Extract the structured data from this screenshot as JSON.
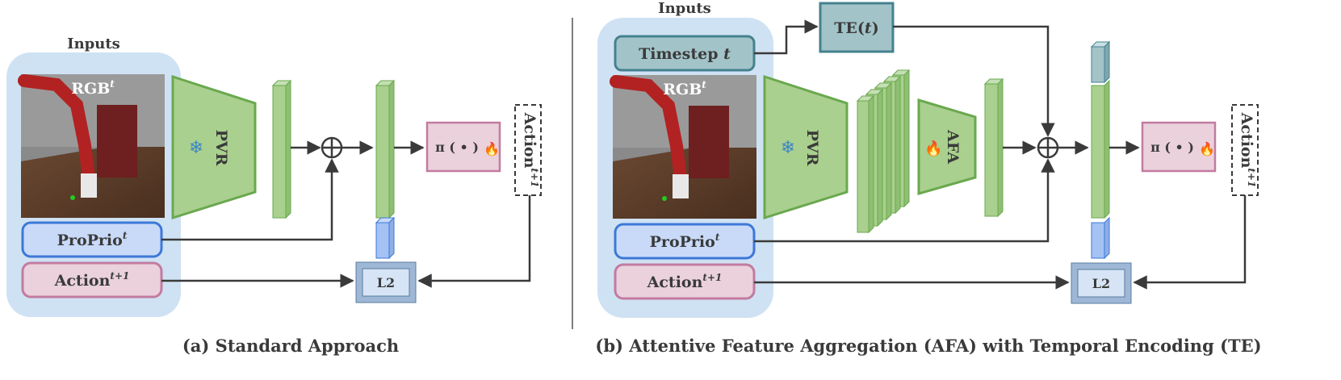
{
  "panel_a": {
    "inputs_title": "Inputs",
    "rgb": "RGB",
    "rgb_sup": "t",
    "proprio": "ProPrio",
    "proprio_sup": "t",
    "action_in": "Action",
    "action_in_sup": "t+1",
    "pvr": "PVR",
    "policy": "π ( • )",
    "loss": "L2",
    "action_out": "Action",
    "action_out_sup": "t+1",
    "caption": "(a) Standard Approach"
  },
  "panel_b": {
    "inputs_title": "Inputs",
    "timestep": "Timestep",
    "timestep_var": "t",
    "te": "TE(",
    "te_var": "t",
    "te_close": ")",
    "rgb": "RGB",
    "rgb_sup": "t",
    "proprio": "ProPrio",
    "proprio_sup": "t",
    "action_in": "Action",
    "action_in_sup": "t+1",
    "pvr": "PVR",
    "afa": "AFA",
    "policy": "π ( • )",
    "loss": "L2",
    "action_out": "Action",
    "action_out_sup": "t+1",
    "caption": "(b) Attentive Feature Aggregation (AFA) with Temporal Encoding (TE)"
  },
  "colors": {
    "input_panel": "#cfe2f3",
    "green": "#a9d08e",
    "green_border": "#6aa84f",
    "blue": "#a4c2f4",
    "blue_border": "#3c78d8",
    "pink": "#ead1dc",
    "pink_border": "#c27ba0",
    "teal": "#a2c4c9",
    "teal_border": "#45818e"
  },
  "icons": {
    "frozen": "snowflake-icon",
    "trainable": "fire-icon"
  }
}
